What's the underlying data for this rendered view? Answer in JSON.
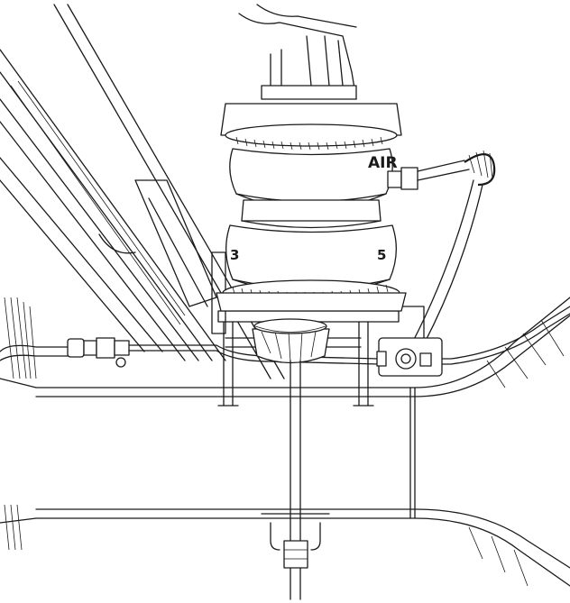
{
  "air_spring": {
    "brand_partial": "AIR",
    "number_left": "3",
    "number_right": "5"
  },
  "colors": {
    "line": "#1a1a1a",
    "background": "#ffffff"
  }
}
